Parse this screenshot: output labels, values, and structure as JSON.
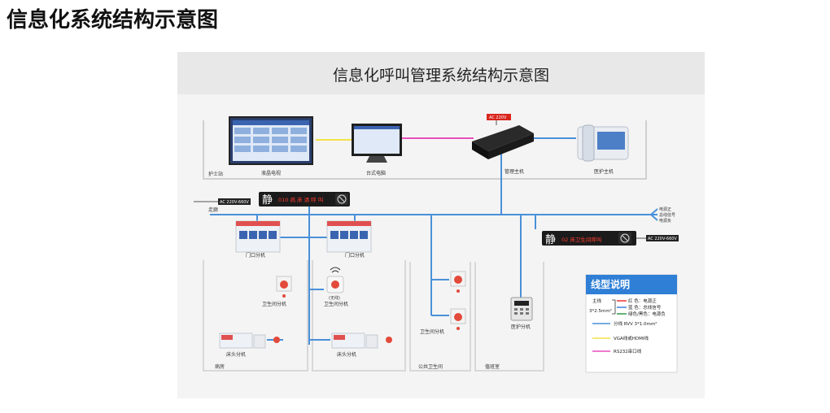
{
  "page_title": "信息化系统结构示意图",
  "diagram_title": "信息化呼叫管理系统结构示意图",
  "zones": {
    "nurse_station": "护士站",
    "corridor": "走廊",
    "ward": "病房",
    "public_toilet": "公共卫生间",
    "duty_room": "值班室"
  },
  "devices": {
    "lcd_tv": "液晶电视",
    "desktop_pc": "台式电脑",
    "host": "管理主机",
    "host_power": "AC 220V",
    "medical_host": "医护主机",
    "door_unit_1": "门口分机",
    "door_unit_2": "门口分机",
    "toilet_unit_1": "卫生间分机",
    "wireless_note": "(无线)",
    "toilet_unit_2": "卫生间分机",
    "toilet_unit_3": "卫生间分机",
    "bed_unit_1": "床头分机",
    "bed_unit_2": "床头分机",
    "nurse_unit": "医护分机"
  },
  "displays": {
    "led_1_glyph": "静",
    "led_1_text": "010 病 床 请 呼 叫",
    "led_1_power": "AC 220V-660V",
    "led_2_glyph": "静",
    "led_2_text": "02 床卫生间呼叫",
    "led_2_power": "AC 220V-660V"
  },
  "bus_outputs": [
    "电源正",
    "总线信号",
    "电源负"
  ],
  "legend": {
    "title": "线型说明",
    "main_label": "主线",
    "main_spec": "3*2.5mm²",
    "main_items": [
      "红 色：电源正",
      "蓝 色：总线信号",
      "绿色/黑色：电源负"
    ],
    "branch": "分线 RVV 3*1.0mm²",
    "vga": "VGA线或HDMI线",
    "rs232": "RS232串口线"
  },
  "colors": {
    "bus": "#4a90d9",
    "vga": "#f2e24a",
    "rs232": "#e84fbf",
    "legend_header": "#2f7fd6",
    "led_text": "#ff3b2f"
  }
}
